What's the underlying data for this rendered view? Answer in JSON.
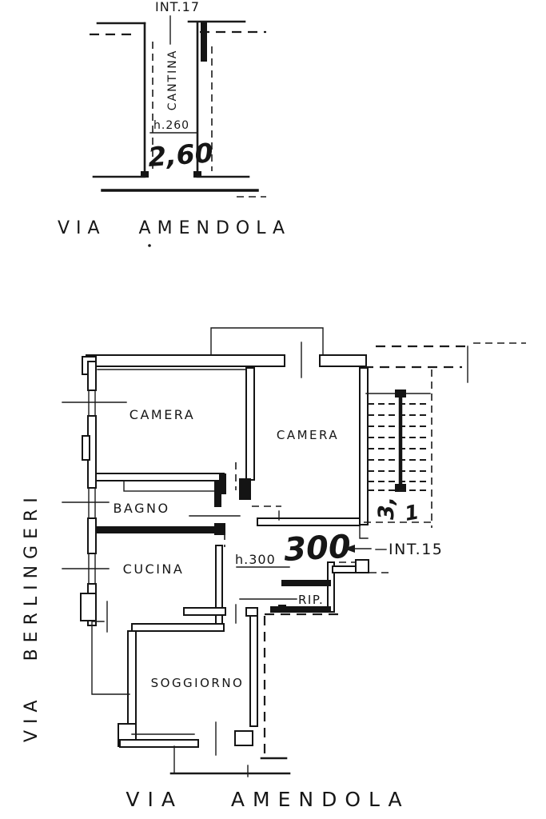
{
  "cellar_plan": {
    "unit_label": "INT.17",
    "room_label": "CANTINA",
    "height_label": "h.260",
    "height_handwritten": "2,60"
  },
  "streets": {
    "top": "VIA AMENDOLA",
    "left": "VIA BERLINGERI",
    "bottom": "VIA AMENDOLA"
  },
  "apartment_plan": {
    "unit_label": "INT.15",
    "height_label": "h.300",
    "height_handwritten": "300",
    "rooms": {
      "camera1": "CAMERA",
      "camera2": "CAMERA",
      "bagno": "BAGNO",
      "cucina": "CUCINA",
      "soggiorno": "SOGGIORNO",
      "ripostiglio": "RIP."
    },
    "stair_note": {
      "rotated_part": "3,",
      "upright_part": "1"
    }
  }
}
